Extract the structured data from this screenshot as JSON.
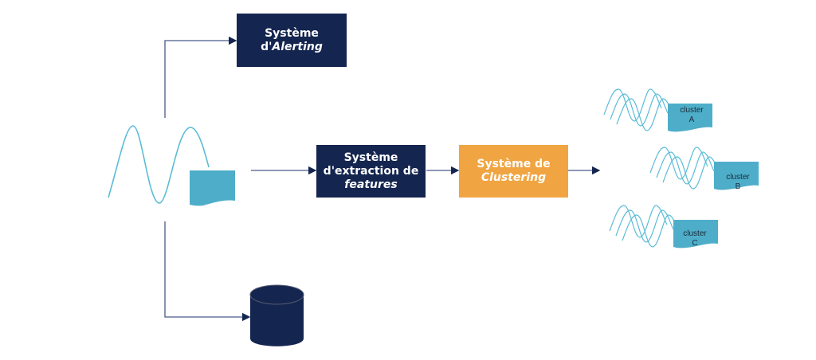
{
  "boxes": {
    "alerting": {
      "line1": "Système",
      "line2_prefix": "d'",
      "line2_italic": "Alerting"
    },
    "extraction": {
      "line1": "Système",
      "line2": "d'extraction de",
      "line3_italic": "features"
    },
    "clustering": {
      "line1": "Système de",
      "line2_italic": "Clustering"
    }
  },
  "clusters": [
    {
      "line1": "cluster",
      "line2": "A"
    },
    {
      "line1": "cluster",
      "line2": "B"
    },
    {
      "line1": "cluster",
      "line2": "C"
    }
  ],
  "colors": {
    "navy": "#14254f",
    "orange": "#f0a542",
    "signal": "#5bbcd6",
    "doc": "#4eaec9",
    "arrow": "#4a5a8a"
  }
}
